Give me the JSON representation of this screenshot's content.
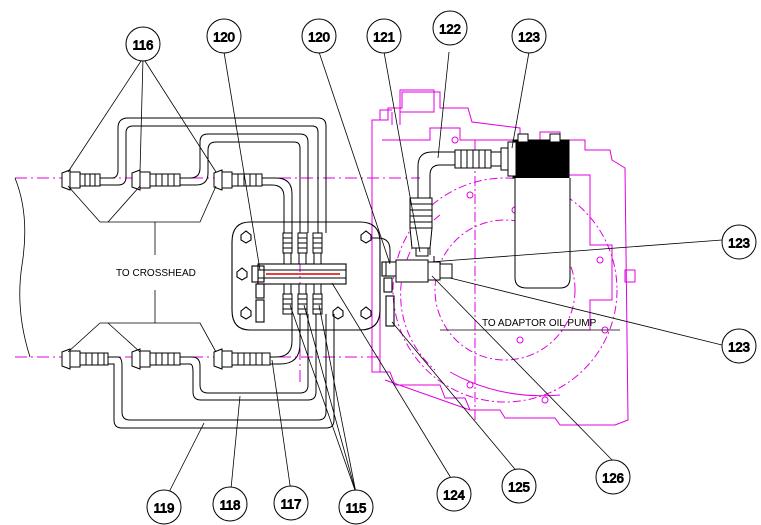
{
  "callouts": [
    {
      "id": "c116",
      "label": "116"
    },
    {
      "id": "c120a",
      "label": "120"
    },
    {
      "id": "c120b",
      "label": "120"
    },
    {
      "id": "c121",
      "label": "121"
    },
    {
      "id": "c122",
      "label": "122"
    },
    {
      "id": "c123a",
      "label": "123"
    },
    {
      "id": "c123b",
      "label": "123"
    },
    {
      "id": "c123c",
      "label": "123"
    },
    {
      "id": "c124",
      "label": "124"
    },
    {
      "id": "c125",
      "label": "125"
    },
    {
      "id": "c126",
      "label": "126"
    },
    {
      "id": "c115",
      "label": "115"
    },
    {
      "id": "c117",
      "label": "117"
    },
    {
      "id": "c118",
      "label": "118"
    },
    {
      "id": "c119",
      "label": "119"
    }
  ],
  "notes": {
    "crosshead": "TO CROSSHEAD",
    "oil_pump": "TO ADAPTOR OIL PUMP"
  },
  "colors": {
    "line": "#000000",
    "housing": "#e000e0",
    "accent": "#e00000"
  }
}
